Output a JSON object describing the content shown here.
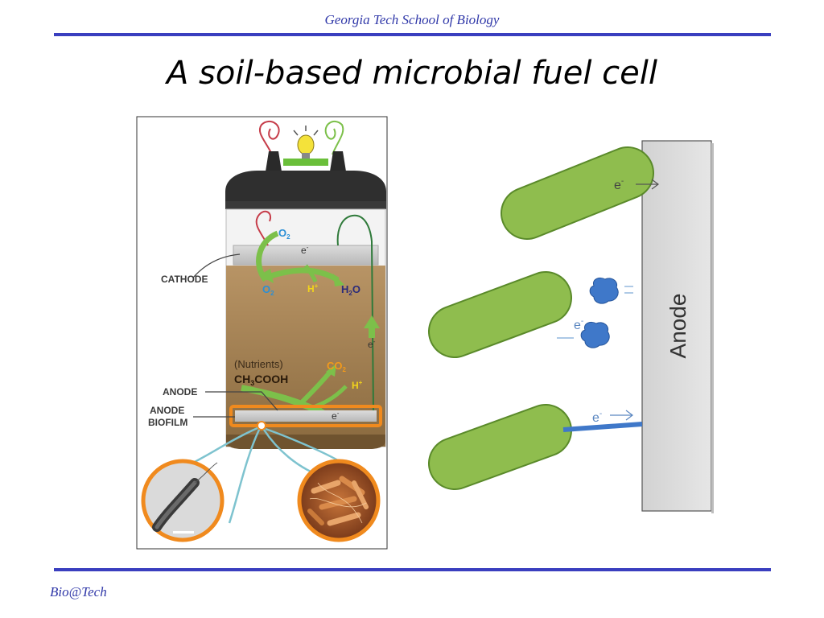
{
  "header": {
    "institution": "Georgia Tech School of Biology"
  },
  "title": "A soil-based microbial fuel cell",
  "footer": {
    "text": "Bio@Tech"
  },
  "fuel_cell": {
    "labels": {
      "cathode": "CATHODE",
      "anode": "ANODE",
      "anode_biofilm_line1": "ANODE",
      "anode_biofilm_line2": "BIOFILM",
      "nutrients": "(Nutrients)"
    },
    "chem": {
      "o2_top": "O",
      "o2_top_sub": "2",
      "o2_bottom": "O",
      "o2_bottom_sub": "2",
      "h_plus_top": "H",
      "h_plus_top_sup": "+",
      "water": "H",
      "water_sub": "2",
      "water_end": "O",
      "electron_cathode": "e",
      "electron_cathode_sup": "-",
      "electron_wire": "e",
      "electron_wire_sup": "-",
      "acetate_start": "CH",
      "acetate_sub": "3",
      "acetate_end": "COOH",
      "co2": "CO",
      "co2_sub": "2",
      "h_plus_bottom": "H",
      "h_plus_bottom_sup": "+",
      "electron_anode": "e",
      "electron_anode_sup": "-"
    }
  },
  "anode_diagram": {
    "anode_label": "Anode",
    "electron_1": "e",
    "electron_1_sup": "-",
    "electron_2": "e",
    "electron_2_sup": "-",
    "electron_3": "e",
    "electron_3_sup": "-"
  }
}
